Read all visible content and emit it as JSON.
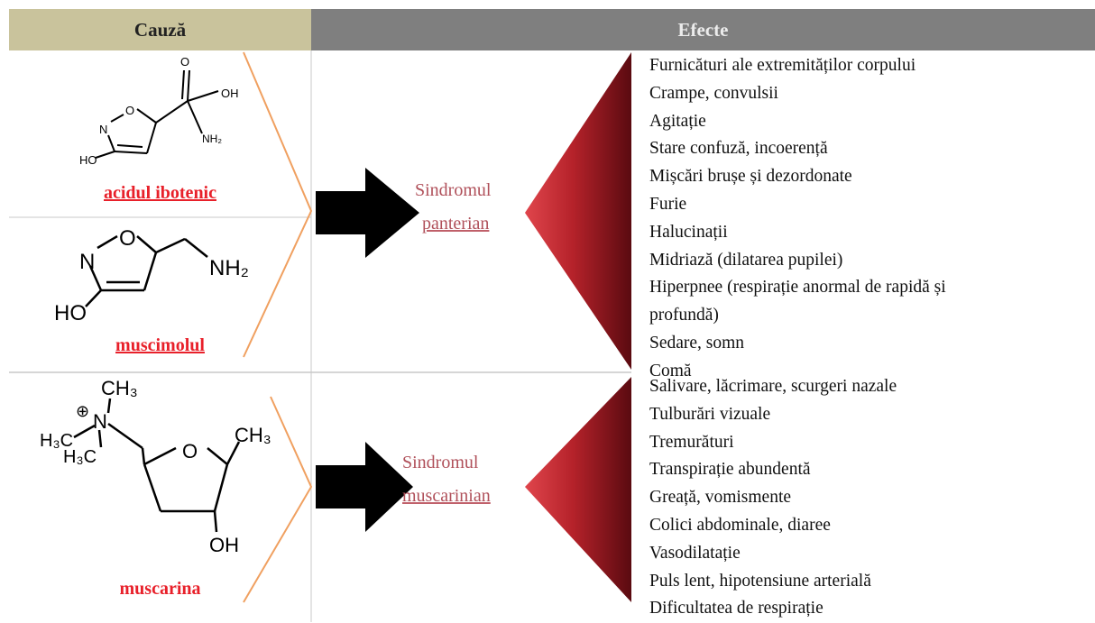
{
  "header": {
    "cause": "Cauză",
    "effects": "Efecte"
  },
  "causes": [
    {
      "name": "acidul ibotenic",
      "atoms": {
        "o_carbonyl": "O",
        "oh_acid": "OH",
        "ring_o": "O",
        "ring_n": "N",
        "amine": "NH₂",
        "ho": "HO"
      }
    },
    {
      "name": "muscimolul",
      "atoms": {
        "ring_o": "O",
        "ring_n": "N",
        "amine": "NH₂",
        "ho": "HO"
      }
    },
    {
      "name": "muscarina",
      "atoms": {
        "ch3_top": "CH₃",
        "charge": "⊕",
        "n": "N",
        "h3c_a": "H₃C",
        "h3c_b": "H₃C",
        "ring_o": "O",
        "ch3_right": "CH₃",
        "oh": "OH"
      }
    }
  ],
  "syndromes": [
    {
      "line1": "Sindromul",
      "line2": "panterian"
    },
    {
      "line1": "Sindromul",
      "line2": "muscarinian"
    }
  ],
  "effects_panterian": [
    "Furnicături ale extremităților corpului",
    "Crampe, convulsii",
    "Agitație",
    "Stare confuză, incoerență",
    "Mișcări brușe și dezordonate",
    "Furie",
    "Halucinații",
    "Midriază (dilatarea pupilei)",
    "Hiperpnee (respirație anormal de rapidă și",
    "profundă)",
    "Sedare, somn",
    "Comă"
  ],
  "effects_muscarinian": [
    "Salivare, lăcrimare, scurgeri nazale",
    "Tulburări vizuale",
    "Tremurături",
    "Transpirație abundentă",
    "Greață, vomismente",
    "Colici abdominale, diaree",
    "Vasodilatație",
    "Puls lent, hipotensiune arterială",
    "Dificultatea de respirație"
  ],
  "colors": {
    "cause_header": "#c9c39c",
    "effects_header": "#7f7f7f",
    "compound_name": "#e8202a",
    "syndrome": "#b0505a",
    "wedge": "#b5222a",
    "bracket": "#f0a060"
  }
}
